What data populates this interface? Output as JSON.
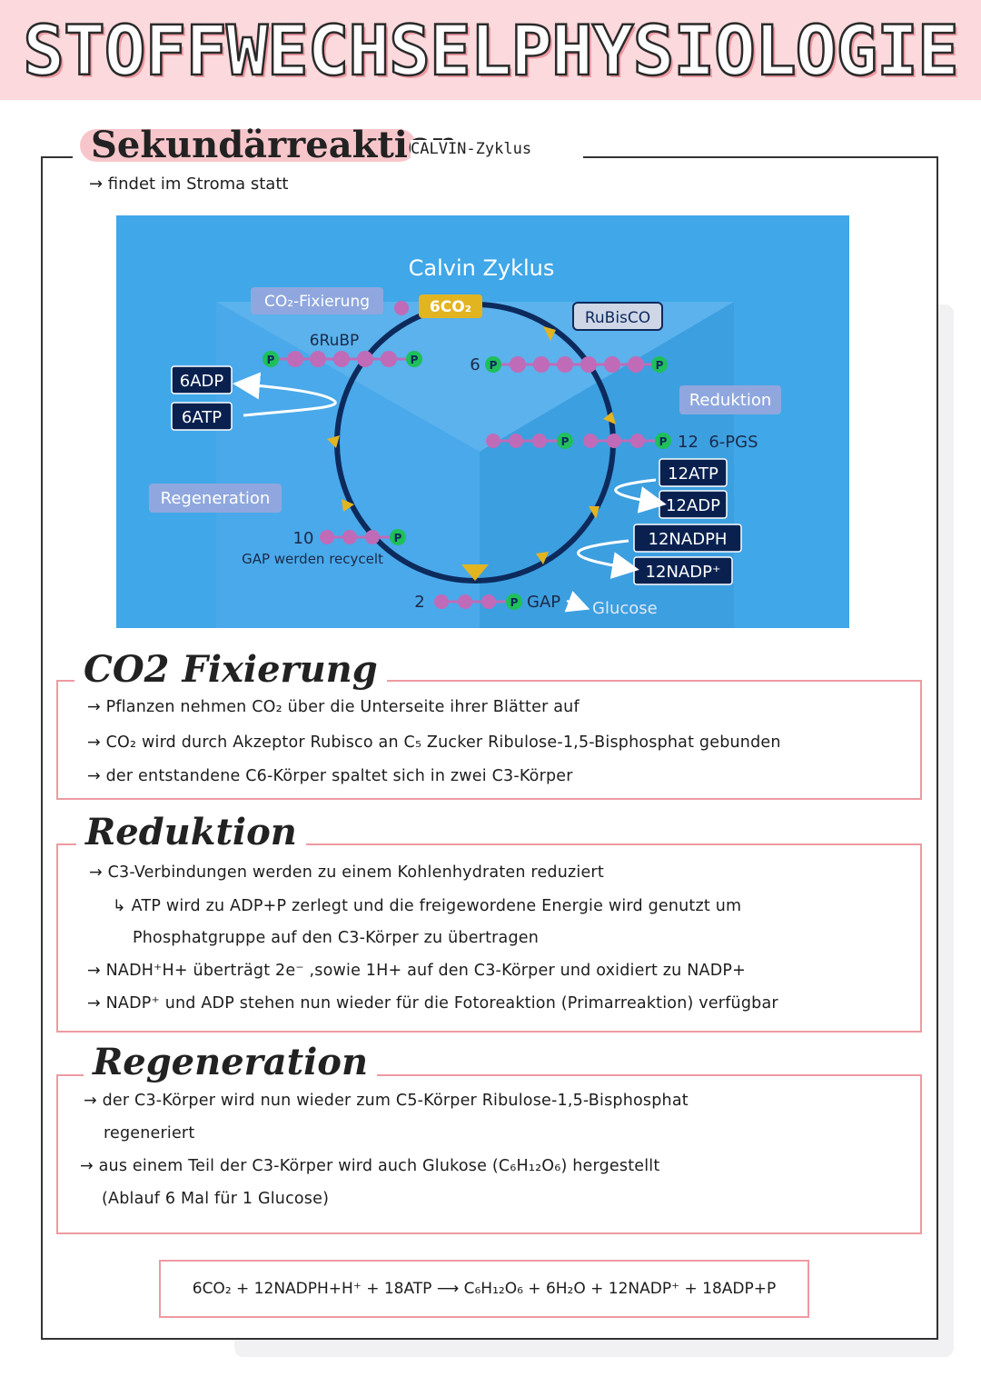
{
  "page_title": "STOFFWECHSELPHYSIOLOGIE",
  "main": {
    "heading": "Sekundärreaktion",
    "subheading": "CALVIN-Zyklus",
    "note": "→ findet im Stroma statt"
  },
  "diagram": {
    "title": "Calvin Zyklus",
    "labels": {
      "co2_fixierung": "CO₂-Fixierung",
      "co2": "6CO₂",
      "rubisco": "RuBisCO",
      "rubp": "6RuBP",
      "adp6": "6ADP",
      "atp6": "6ATP",
      "reduktion": "Reduktion",
      "regeneration": "Regeneration",
      "six": "6",
      "pgs": "12  6-PGS",
      "atp12": "12ATP",
      "adp12": "12ADP",
      "nadph12": "12NADPH",
      "nadp12": "12NADP⁺",
      "ten": "10",
      "gap_recycled": "GAP werden recycelt",
      "two": "2",
      "gap": "GAP",
      "glucose": "Glucose",
      "p": "P"
    },
    "colors": {
      "background": "#40a7e8",
      "cycle": "#0d2a5c",
      "molecule": "#c06bb8",
      "phosphate": "#1fbf5a",
      "arrow": "#e2b420",
      "label_box": "#0a2150"
    }
  },
  "sections": {
    "fixierung": {
      "title": "CO2 Fixierung",
      "lines": [
        "→ Pflanzen nehmen CO₂ über die Unterseite ihrer Blätter auf",
        "→ CO₂ wird durch Akzeptor Rubisco an C₅ Zucker Ribulose-1,5-Bisphosphat gebunden",
        "→ der entstandene C6-Körper spaltet sich in zwei C3-Körper"
      ]
    },
    "reduktion": {
      "title": "Reduktion",
      "lines": [
        "→ C3-Verbindungen werden zu einem Kohlenhydraten reduziert",
        "↳ ATP wird zu ADP+P zerlegt und die freigewordene Energie wird genutzt um",
        "Phosphatgruppe auf den C3-Körper zu übertragen",
        "→ NADH⁺H+ überträgt 2e⁻ ,sowie 1H+ auf den C3-Körper und oxidiert zu NADP+",
        "→ NADP⁺ und ADP stehen nun wieder für die Fotoreaktion (Primarreaktion) verfügbar"
      ]
    },
    "regeneration": {
      "title": "Regeneration",
      "lines": [
        "→ der C3-Körper wird nun wieder zum C5-Körper Ribulose-1,5-Bisphosphat",
        "regeneriert",
        "→ aus einem Teil der C3-Körper wird auch Glukose (C₆H₁₂O₆) hergestellt",
        "(Ablauf 6 Mal für 1 Glucose)"
      ]
    }
  },
  "formula": "6CO₂ + 12NADPH+H⁺ + 18ATP ⟶ C₆H₁₂O₆ + 6H₂O + 12NADP⁺ + 18ADP+P"
}
